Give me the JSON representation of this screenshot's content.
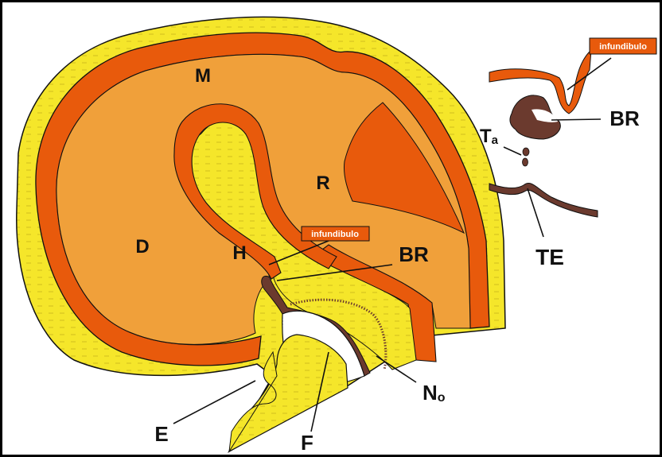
{
  "labels": {
    "M": "M",
    "R": "R",
    "D": "D",
    "H": "H",
    "BR_main": "BR",
    "No_main": "N",
    "No_sub": "o",
    "E": "E",
    "F": "F",
    "infundibulo_main": "infundibulo",
    "infundibulo_inset": "infundibulo",
    "BR_inset": "BR",
    "Ta_main": "T",
    "Ta_sub": "a",
    "TE": "TE"
  },
  "colors": {
    "yellow": "#f5e62a",
    "orange": "#f0a03a",
    "red_orange": "#e85a0c",
    "brown": "#6b3a2e",
    "tag_bg": "#e85a0c"
  }
}
